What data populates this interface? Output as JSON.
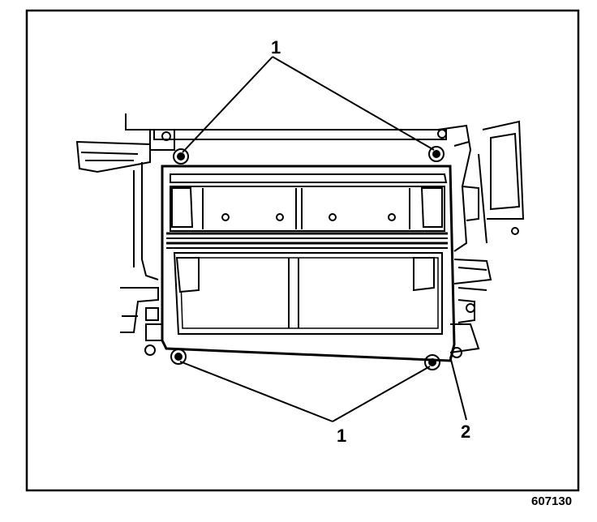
{
  "callouts": {
    "top_label": "1",
    "bottom_left_label": "1",
    "bottom_right_label": "2"
  },
  "figure_id": "607130",
  "colors": {
    "ink": "#000000",
    "paper": "#ffffff"
  }
}
